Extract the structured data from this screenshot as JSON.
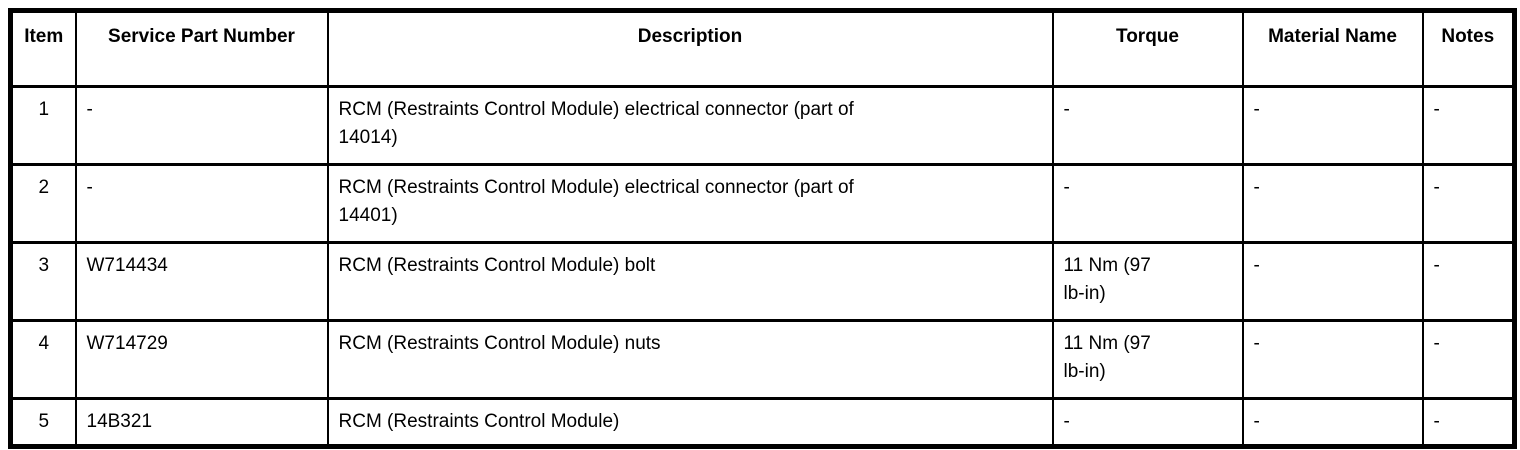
{
  "colors": {
    "border": "#000000",
    "text": "#000000",
    "background": "#ffffff"
  },
  "table": {
    "headers": {
      "item": "Item",
      "part_number": "Service Part Number",
      "description": "Description",
      "torque": "Torque",
      "material_name": "Material Name",
      "notes": "Notes"
    },
    "rows": [
      {
        "item": "1",
        "part_number": "-",
        "description": "RCM (Restraints Control Module) electrical connector (part of\n14014)",
        "torque": "-",
        "material_name": "-",
        "notes": "-"
      },
      {
        "item": "2",
        "part_number": "-",
        "description": "RCM (Restraints Control Module) electrical connector (part of\n14401)",
        "torque": "-",
        "material_name": "-",
        "notes": "-"
      },
      {
        "item": "3",
        "part_number": "W714434",
        "description": "RCM (Restraints Control Module) bolt",
        "torque": "11 Nm (97\nlb-in)",
        "material_name": "-",
        "notes": "-"
      },
      {
        "item": "4",
        "part_number": "W714729",
        "description": "RCM (Restraints Control Module) nuts",
        "torque": "11 Nm (97\nlb-in)",
        "material_name": "-",
        "notes": "-"
      },
      {
        "item": "5",
        "part_number": "14B321",
        "description": "RCM (Restraints Control Module)",
        "torque": "-",
        "material_name": "-",
        "notes": "-"
      }
    ]
  }
}
